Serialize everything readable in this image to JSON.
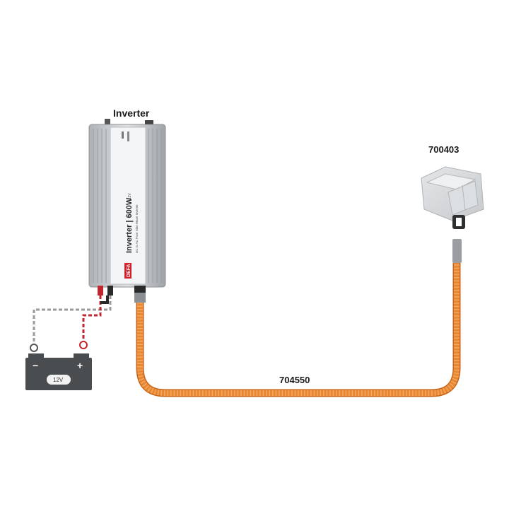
{
  "labels": {
    "inverter": "Inverter",
    "switch_part": "700403",
    "cable_part": "704550",
    "battery_voltage": "12V",
    "battery_minus": "−",
    "battery_plus": "+"
  },
  "inverter": {
    "model": "Inverter | 600W",
    "subtitle": "DC to AC Pure Sine Wave Inverter",
    "brand": "DEFA",
    "badge": "12V"
  },
  "colors": {
    "cable": "#e8872f",
    "cable_dark": "#c5641a",
    "inverter_body": "#c9cdd0",
    "battery": "#4a4d50",
    "negative_wire": "#9a9a9a",
    "positive_wire": "#c0262d"
  }
}
